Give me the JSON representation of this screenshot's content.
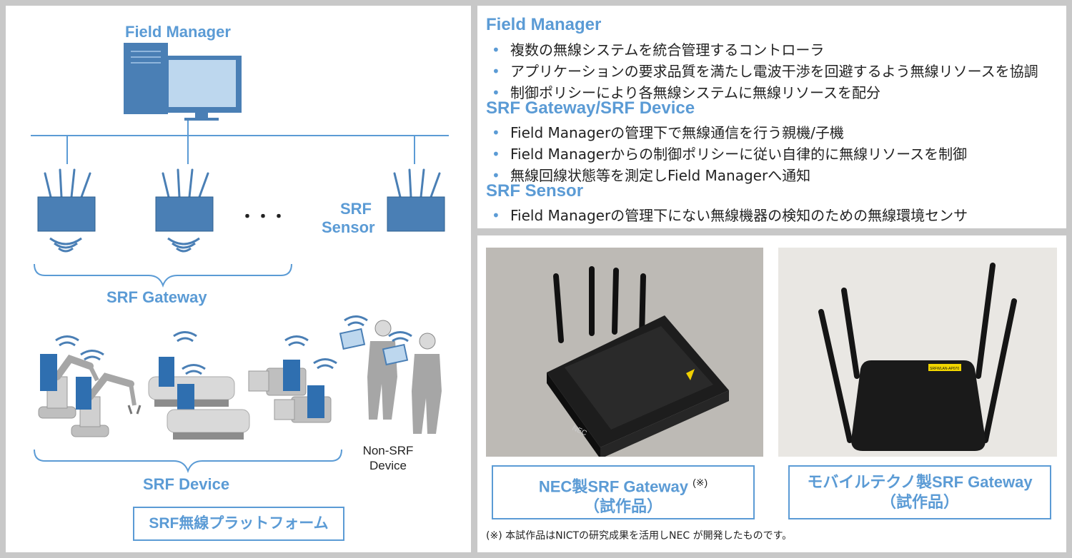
{
  "left": {
    "field_manager_label": "Field Manager",
    "srf_sensor_line1": "SRF",
    "srf_sensor_line2": "Sensor",
    "ellipsis": "・・・",
    "srf_gateway_label": "SRF Gateway",
    "non_srf_line1": "Non-SRF",
    "non_srf_line2": "Device",
    "srf_device_label": "SRF Device",
    "platform_label": "SRF無線プラットフォーム"
  },
  "right_top": {
    "sections": [
      {
        "title": "Field Manager",
        "bullets": [
          "複数の無線システムを統合管理するコントローラ",
          "アプリケーションの要求品質を満たし電波干渉を回避するよう無線リソースを協調",
          "制御ポリシーにより各無線システムに無線リソースを配分"
        ]
      },
      {
        "title": "SRF Gateway/SRF Device",
        "bullets": [
          "Field Managerの管理下で無線通信を行う親機/子機",
          "Field Managerからの制御ポリシーに従い自律的に無線リソースを制御",
          "無線回線状態等を測定しField Managerへ通知"
        ]
      },
      {
        "title": "SRF Sensor",
        "bullets": [
          "Field Managerの管理下にない無線機器の検知のための無線環境センサ"
        ]
      }
    ],
    "bullet_char": "•"
  },
  "right_bottom": {
    "caption1_line1": "NEC製SRF Gateway",
    "caption1_mark": "(※)",
    "caption1_line2": "（試作品）",
    "caption2_line1": "モバイルテクノ製SRF Gateway",
    "caption2_line2": "（試作品）",
    "footnote": "(※) 本試作品はNICTの研究成果を活用しNEC が開発したものです。",
    "device1_sticker": "⚠",
    "device1_brand": "NEC",
    "device2_sticker": "SRFWLAN-AP070"
  },
  "colors": {
    "accent": "#5b9bd5",
    "gateway_fill": "#4a7fb5",
    "frame": "#c8c8c8"
  }
}
